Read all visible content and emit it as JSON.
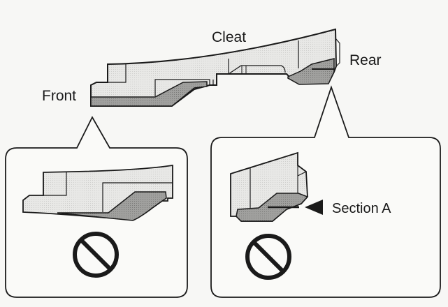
{
  "diagram": {
    "labels": {
      "cleat": "Cleat",
      "front": "Front",
      "rear": "Rear",
      "section_a": "Section A"
    },
    "colors": {
      "outline": "#1a1a1a",
      "light_fill": "#e6e6e4",
      "dark_fill": "#9a9a98",
      "background": "#f7f7f5"
    },
    "callouts": [
      {
        "name": "front-detail",
        "status": "prohibited",
        "icon": "no-symbol-icon"
      },
      {
        "name": "rear-detail",
        "status": "prohibited",
        "icon": "no-symbol-icon"
      }
    ]
  }
}
